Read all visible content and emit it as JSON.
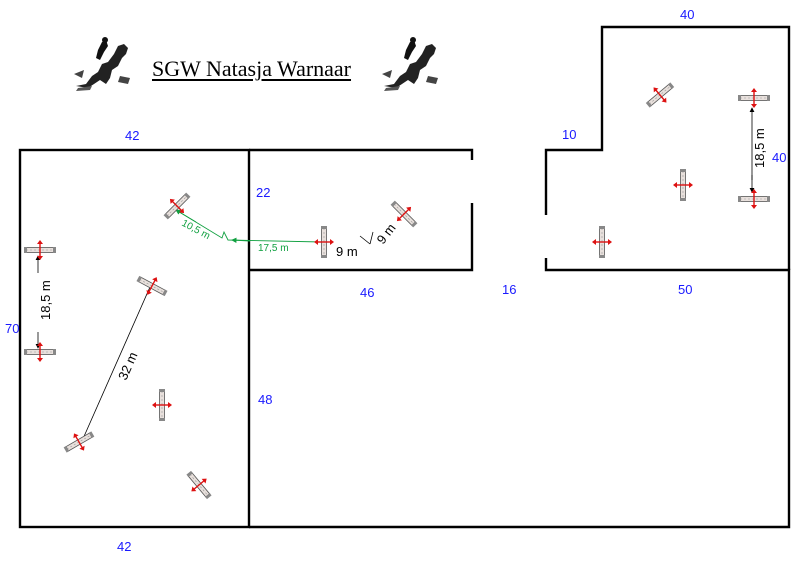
{
  "title": "SGW Natasja Warnaar",
  "dimensions": {
    "d42_top": "42",
    "d22": "22",
    "d70": "70",
    "d48": "48",
    "d42_bottom": "42",
    "d46": "46",
    "d16": "16",
    "d10": "10",
    "d40_top": "40",
    "d40_right": "40",
    "d50": "50"
  },
  "measurements": {
    "m18_5_left": "18,5 m",
    "m32": "32 m",
    "m10_5": "10,5 m",
    "m17_5": "17,5 m",
    "m9_a": "9 m",
    "m9_b": "9 m",
    "m18_5_right": "18,5 m"
  },
  "colors": {
    "walls": "#000000",
    "dimension_text": "#1a1aff",
    "jump_arrow": "#dd1111",
    "green_line": "#10a040",
    "pole": "#b8a8a0"
  },
  "icons": {
    "logo": "horse-rider-jumping-icon",
    "jump": "show-jump-obstacle-icon"
  }
}
